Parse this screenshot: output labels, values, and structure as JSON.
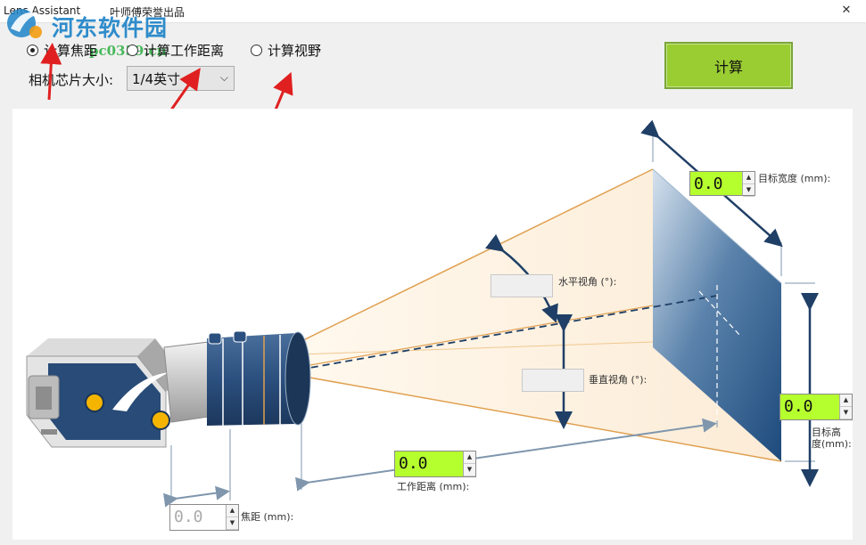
{
  "titlebar": {
    "app_name": "Lens Assistant",
    "author": "叶师傅荣誉出品",
    "close_glyph": "✕"
  },
  "watermark": {
    "site_name": "河东软件园",
    "url": "pc0359.cn"
  },
  "mode": {
    "options": [
      {
        "label": "计算焦距",
        "checked": true
      },
      {
        "label": "计算工作距离",
        "checked": false
      },
      {
        "label": "计算视野",
        "checked": false
      }
    ]
  },
  "sensor": {
    "label": "相机芯片大小:",
    "selected": "1/4英寸",
    "chevron": "⌵"
  },
  "calc_button": {
    "label": "计算"
  },
  "fields": {
    "target_width": {
      "label": "目标宽度 (mm):",
      "value": "0.0"
    },
    "target_height": {
      "label_line1": "目标高",
      "label_line2": "度(mm):",
      "value": "0.0"
    },
    "working_distance": {
      "label": "工作距离 (mm):",
      "value": "0.0"
    },
    "focal_length": {
      "label": "焦距 (mm):",
      "value": "0.0"
    },
    "horizontal_angle": {
      "label": "水平视角 (°):"
    },
    "vertical_angle": {
      "label": "垂直视角 (°):"
    }
  },
  "colors": {
    "accent_green": "#9acd32",
    "input_green": "#b6ff2e",
    "arrow_red": "#e02020",
    "target_blue": "#2a5b8f",
    "beam_orange": "#e0a050",
    "dimension_blue": "#1f3f66"
  },
  "icons": {
    "watermark_logo": "watermark-logo",
    "spin_up": "▲",
    "spin_down": "▼"
  }
}
